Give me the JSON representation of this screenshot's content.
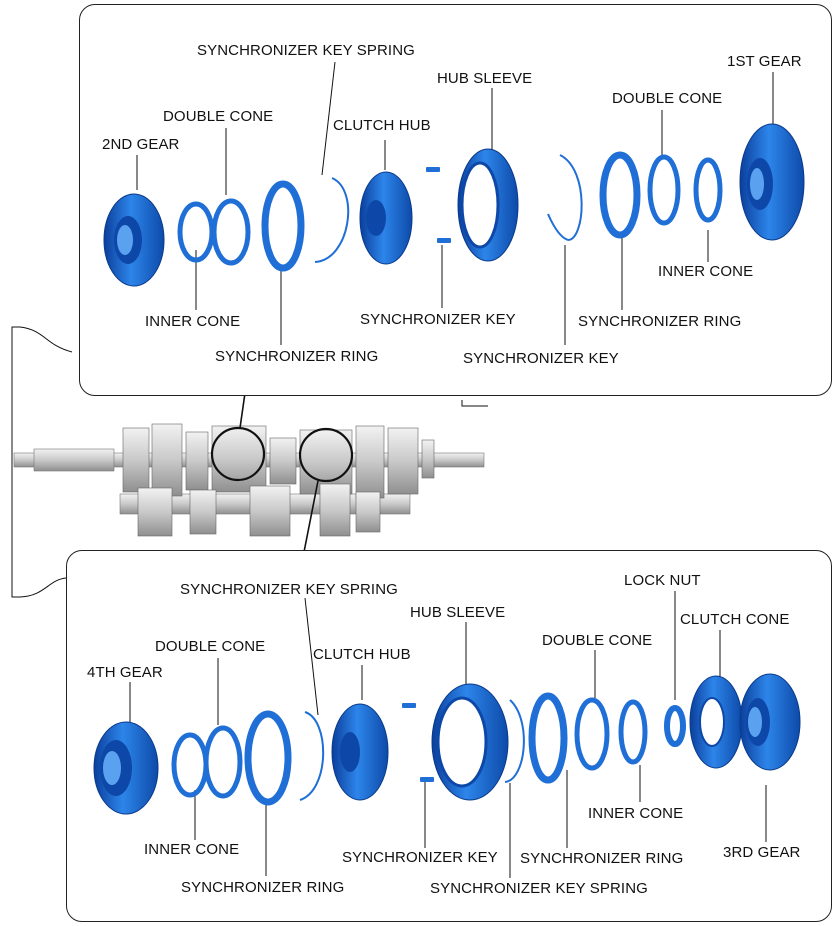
{
  "colors": {
    "part_blue": "#1f6fd6",
    "part_dark": "#0d47a8",
    "part_light": "#5aa2f0",
    "line": "#111111"
  },
  "top_panel": {
    "labels": {
      "synchronizer_key_spring": "SYNCHRONIZER KEY SPRING",
      "hub_sleeve": "HUB SLEEVE",
      "first_gear": "1ST GEAR",
      "double_cone_left": "DOUBLE CONE",
      "double_cone_right": "DOUBLE CONE",
      "clutch_hub": "CLUTCH HUB",
      "second_gear": "2ND GEAR",
      "inner_cone_right": "INNER CONE",
      "inner_cone_left": "INNER CONE",
      "synchronizer_key_left": "SYNCHRONIZER KEY",
      "synchronizer_ring_right": "SYNCHRONIZER RING",
      "synchronizer_ring_left": "SYNCHRONIZER RING",
      "synchronizer_key_right": "SYNCHRONIZER KEY"
    }
  },
  "bottom_panel": {
    "labels": {
      "lock_nut": "LOCK NUT",
      "synchronizer_key_spring_top": "SYNCHRONIZER KEY SPRING",
      "clutch_cone": "CLUTCH CONE",
      "hub_sleeve": "HUB SLEEVE",
      "double_cone_left": "DOUBLE CONE",
      "double_cone_right": "DOUBLE CONE",
      "clutch_hub": "CLUTCH HUB",
      "fourth_gear": "4TH GEAR",
      "inner_cone_right": "INNER CONE",
      "inner_cone_left": "INNER CONE",
      "third_gear": "3RD GEAR",
      "synchronizer_key": "SYNCHRONIZER KEY",
      "synchronizer_ring_right": "SYNCHRONIZER RING",
      "synchronizer_ring_left": "SYNCHRONIZER RING",
      "synchronizer_key_spring_bottom": "SYNCHRONIZER KEY SPRING"
    }
  }
}
